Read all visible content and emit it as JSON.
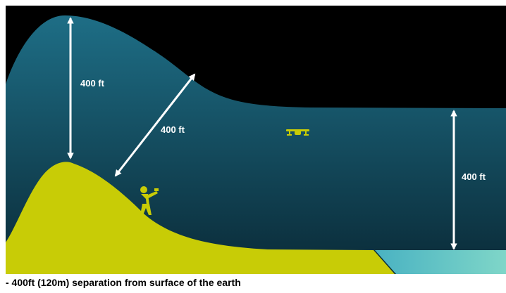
{
  "labels": {
    "left_vertical": "400 ft",
    "diagonal": "400 ft",
    "right_vertical": "400 ft"
  },
  "caption": "- 400ft (120m) separation from surface of the earth",
  "colors": {
    "sky": "#000000",
    "airspace_top": "#1e6e86",
    "airspace_bottom": "#0a2a37",
    "terrain": "#c8cc06",
    "water": "#5ec2c8",
    "arrow": "#ffffff",
    "drone": "#c8cc06",
    "pilot": "#c8cc06"
  },
  "icons": {
    "drone": "quadcopter-drone-icon",
    "pilot": "person-with-controller-icon"
  }
}
